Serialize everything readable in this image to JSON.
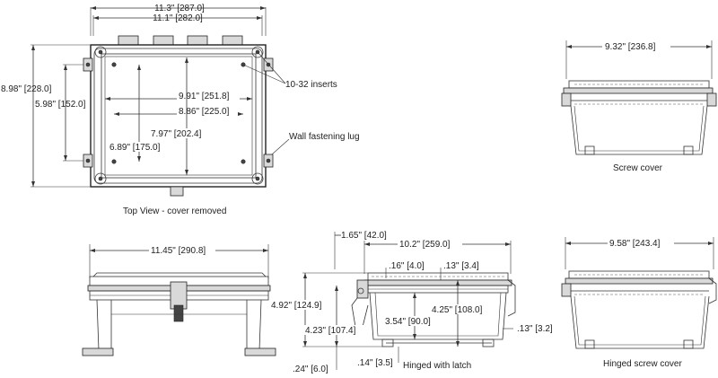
{
  "top_view": {
    "dims": {
      "overall_width": "11.3\" [287.0]",
      "body_width": "11.1\" [282.0]",
      "overall_height": "8.98\" [228.0]",
      "lug_spacing": "5.98\" [152.0]",
      "inner_width": "9.91\" [251.8]",
      "insert_width": "8.86\" [225.0]",
      "inner_height": "7.97\" [202.4]",
      "insert_height": "6.89\" [175.0]"
    },
    "inserts_label": "10-32 inserts",
    "lug_label": "Wall fastening lug",
    "caption": "Top View - cover removed"
  },
  "screw_cover": {
    "width": "9.32\" [236.8]",
    "caption": "Screw cover"
  },
  "front_view": {
    "width": "11.45\" [290.8]"
  },
  "hinged_latch": {
    "dims": {
      "hinge_offset": "1.65\" [42.0]",
      "width": "10.2\" [259.0]",
      "wall_top": ".16\" [4.0]",
      "lip_top": ".13\" [3.4]",
      "total_height": "4.92\" [124.9]",
      "body_height": "4.23\" [107.4]",
      "inner_height": "3.54\" [90.0]",
      "depth": "4.25\" [108.0]",
      "side_offset": ".13\" [3.2]",
      "foot": ".24\" [6.0]",
      "base": ".14\" [3.5]"
    },
    "caption": "Hinged with latch"
  },
  "hinged_screw_cover": {
    "width": "9.58\" [243.4]",
    "caption": "Hinged screw cover"
  }
}
